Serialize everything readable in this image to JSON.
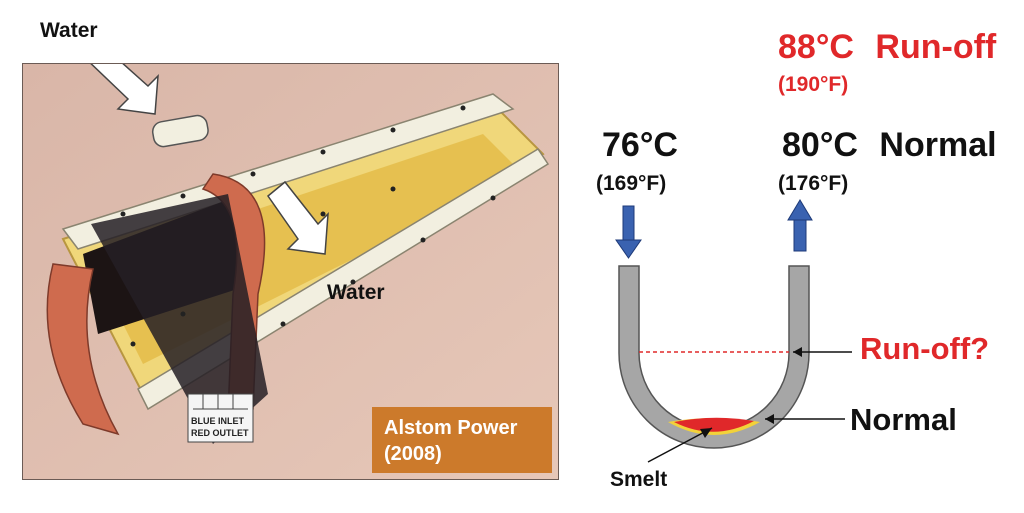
{
  "photo": {
    "water_in_label": "Water",
    "water_out_label": "Water",
    "credit_line1": "Alstom Power",
    "credit_line2": "(2008)",
    "tag_line1": "BLUE INLET",
    "tag_line2": "RED OUTLET"
  },
  "diagram": {
    "runoff_temp": "88°C",
    "runoff_word": "Run-off",
    "runoff_f": "(190°F)",
    "inlet_temp": "76°C",
    "inlet_f": "(169°F)",
    "outlet_temp": "80°C",
    "outlet_word": "Normal",
    "outlet_f": "(176°F)",
    "runoff_question": "Run-off?",
    "normal_label": "Normal",
    "smelt_label": "Smelt"
  },
  "colors": {
    "accent_red": "#e0282a",
    "arrow_blue": "#3a62b0",
    "pipe_gray": "#a6a6a6",
    "credit_orange": "#cc7a2b",
    "smelt_yellow": "#f2d23a"
  }
}
